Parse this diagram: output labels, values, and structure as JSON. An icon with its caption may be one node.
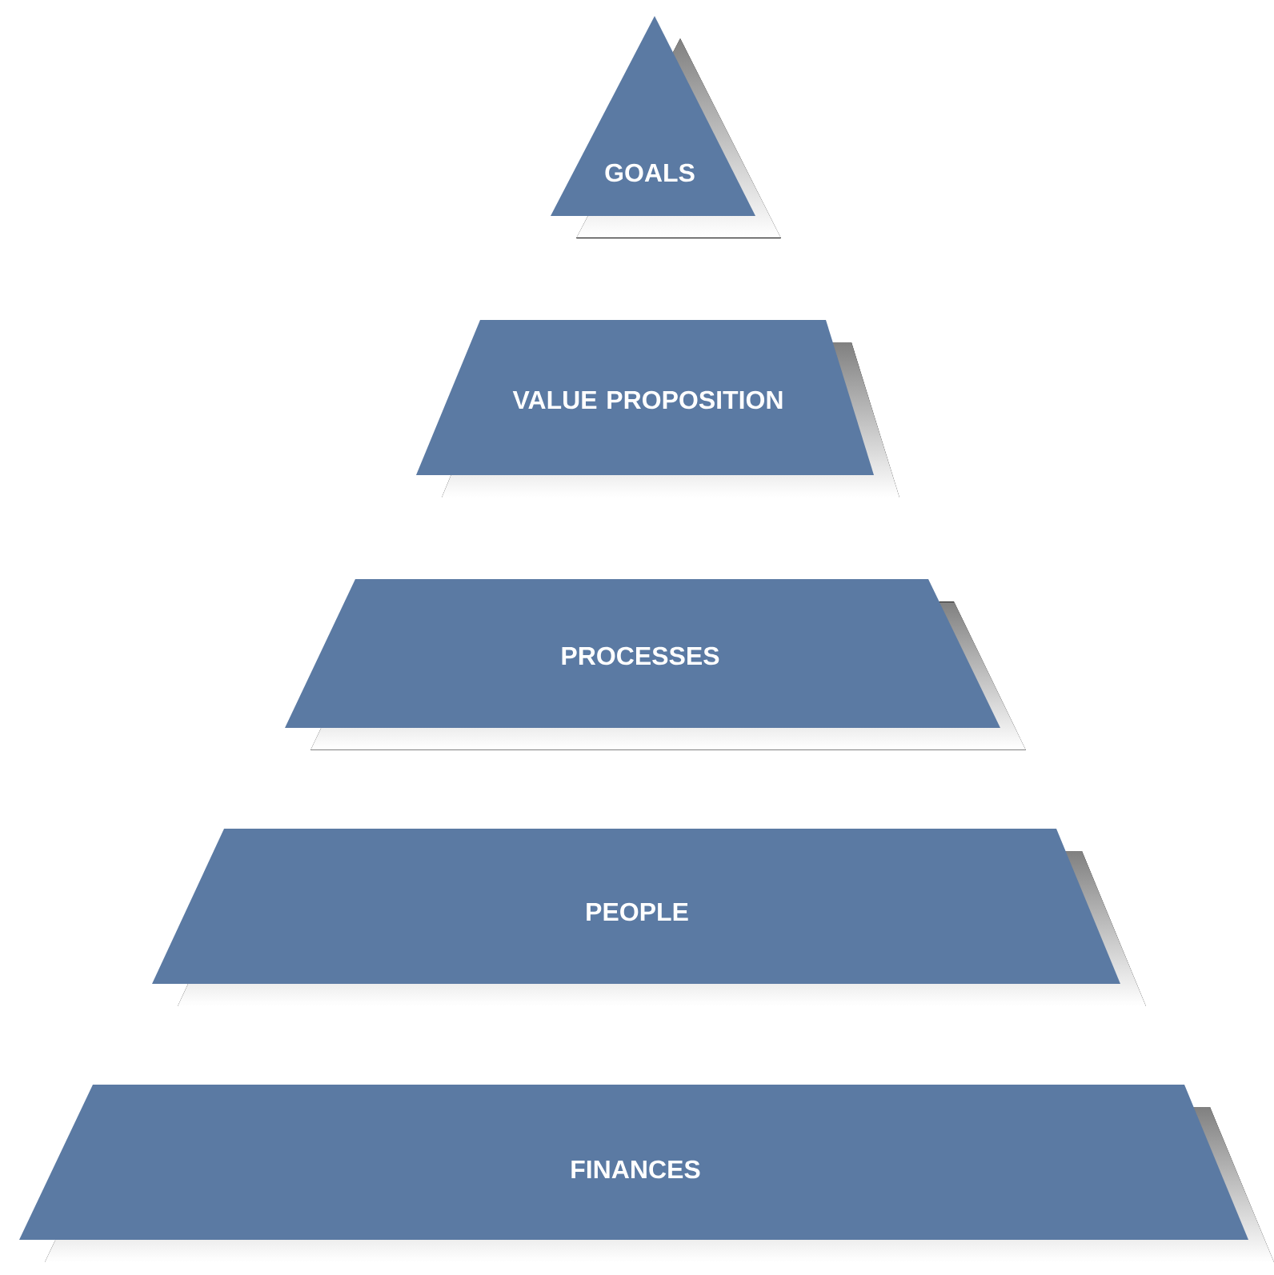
{
  "diagram": {
    "nodes": [
      {
        "text": [
          "GOALS"
        ]
      },
      {
        "text": [
          "VALUE PROPOSITION"
        ]
      },
      {
        "text": [
          "PROCESSES"
        ]
      },
      {
        "text": [
          "PEOPLE"
        ]
      },
      {
        "text": [
          "FINANCES"
        ]
      }
    ]
  }
}
